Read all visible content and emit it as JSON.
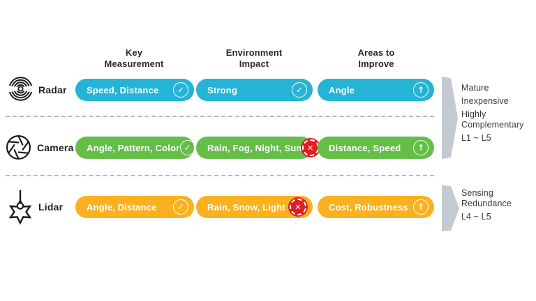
{
  "columns": [
    {
      "id": "key-measurement",
      "label": "Key\nMeasurement"
    },
    {
      "id": "environment-impact",
      "label": "Environment\nImpact"
    },
    {
      "id": "areas-to-improve",
      "label": "Areas to\nImprove"
    }
  ],
  "rows": [
    {
      "label": "Radar",
      "icon": "radar-waves-icon",
      "color": "#25b4d6",
      "cells": [
        {
          "text": "Speed, Distance",
          "icon": "check-circle-icon"
        },
        {
          "text": "Strong",
          "icon": "check-circle-icon"
        },
        {
          "text": "Angle",
          "icon": "arrow-up-circle-icon"
        }
      ]
    },
    {
      "label": "Camera",
      "icon": "camera-aperture-icon",
      "color": "#65be48",
      "cells": [
        {
          "text": "Angle, Pattern, Color",
          "icon": "check-circle-icon"
        },
        {
          "text": "Rain, Fog, Night, Sun",
          "icon": "x-badge-icon"
        },
        {
          "text": "Distance, Speed",
          "icon": "arrow-up-circle-icon"
        }
      ]
    },
    {
      "label": "Lidar",
      "icon": "lidar-burst-icon",
      "color": "#fab120",
      "cells": [
        {
          "text": "Angle, Distance",
          "icon": "check-circle-icon"
        },
        {
          "text": "Rain, Snow, Light",
          "icon": "x-badge-icon"
        },
        {
          "text": "Cost, Robustness",
          "icon": "arrow-up-circle-icon"
        }
      ]
    }
  ],
  "glyphs": {
    "check": "✓",
    "x": "✕",
    "arrow_up": "↑"
  },
  "annotations": [
    {
      "group": "radar-and-camera",
      "lines": [
        "Mature",
        "Inexpensive",
        "Highly\nComplementary",
        "L1 ~ L5"
      ]
    },
    {
      "group": "lidar",
      "lines": [
        "Sensing\nRedundance",
        "L4 ~ L5"
      ]
    }
  ],
  "colors": {
    "radar_pill": "#25b4d6",
    "camera_pill": "#65be48",
    "lidar_pill": "#fab120",
    "x_badge": "#de1f26",
    "bracket": "#c3cad2",
    "heading_text": "#2b2b2b",
    "annotation_text": "#3a3a3a",
    "separator": "#b3b9bd"
  }
}
